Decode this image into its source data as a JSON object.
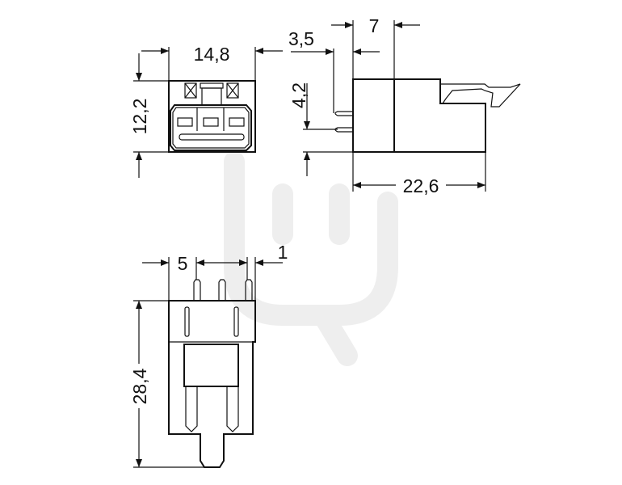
{
  "dimensions": {
    "front_width": "14,8",
    "front_height": "12,2",
    "side_pin_offset": "3,5",
    "side_body_offset": "7",
    "side_pin_height": "4,2",
    "side_length": "22,6",
    "bottom_pitch": "5",
    "bottom_pin_offset": "1",
    "bottom_length": "28,4"
  },
  "colors": {
    "line": "#111111",
    "watermark": "#eeeeee"
  }
}
